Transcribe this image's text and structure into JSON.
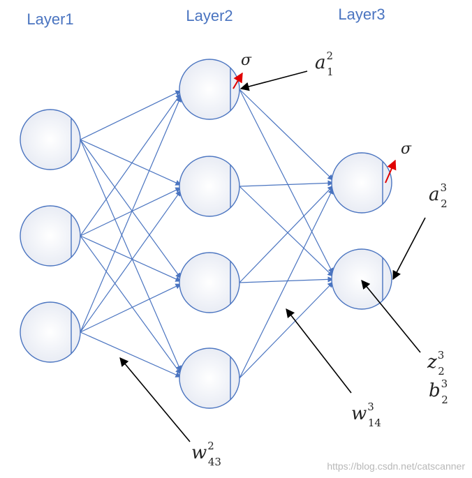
{
  "layers": [
    {
      "title": "Layer1",
      "neurons": 3
    },
    {
      "title": "Layer2",
      "neurons": 4
    },
    {
      "title": "Layer3",
      "neurons": 2
    }
  ],
  "colors": {
    "title": "#4a74c0",
    "edge": "#4a74c0",
    "neuron_stroke": "#4a74c0",
    "sigma_arrow": "#e00000",
    "annotation": "#000000"
  },
  "sigma_label": "σ",
  "annotations": [
    {
      "id": "a-1-2",
      "base": "a",
      "sup": "2",
      "sub": "1"
    },
    {
      "id": "a-2-3",
      "base": "a",
      "sup": "3",
      "sub": "2"
    },
    {
      "id": "z-2-3",
      "base": "z",
      "sup": "3",
      "sub": "2"
    },
    {
      "id": "b-2-3",
      "base": "b",
      "sup": "3",
      "sub": "2"
    },
    {
      "id": "w-14-3",
      "base": "w",
      "sup": "3",
      "sub": "14"
    },
    {
      "id": "w-43-2",
      "base": "w",
      "sup": "2",
      "sub": "43"
    }
  ],
  "watermark": "https://blog.csdn.net/catscanner"
}
